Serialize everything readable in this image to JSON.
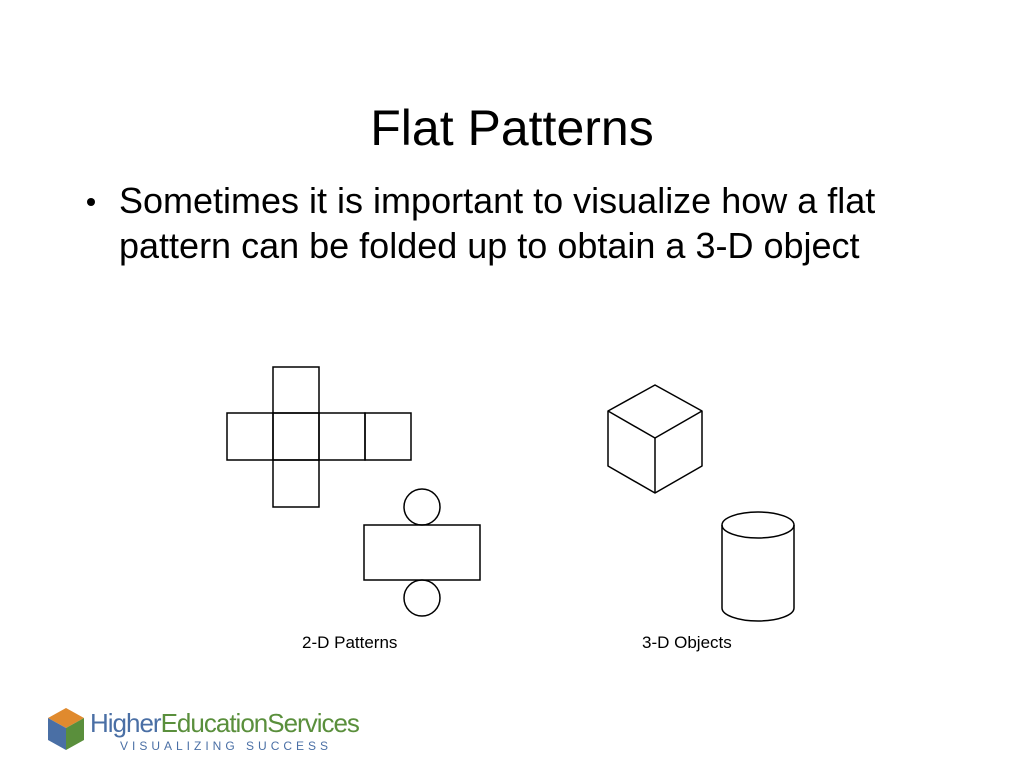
{
  "slide": {
    "title": "Flat Patterns",
    "bullets": [
      {
        "text": "Sometimes it is important to visualize how a flat pattern can be folded up to obtain a 3-D object"
      }
    ]
  },
  "figure": {
    "captions": {
      "patterns_2d": "2-D Patterns",
      "objects_3d": "3-D Objects"
    },
    "shapes_2d": [
      "cube-net",
      "cylinder-net"
    ],
    "shapes_3d": [
      "cube",
      "cylinder"
    ]
  },
  "brand": {
    "name_part1": "Higher",
    "name_part2": "EducationServices",
    "tagline": "VISUALIZING SUCCESS",
    "colors": {
      "blue": "#4a6fa5",
      "green": "#5a8f3c",
      "orange": "#e08a2e"
    }
  }
}
